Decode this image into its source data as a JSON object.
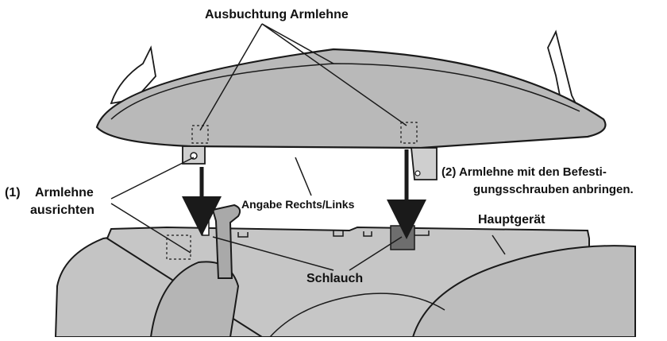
{
  "labels": {
    "armrest_bulge": "Ausbuchtung Armlehne",
    "step1_number": "(1)",
    "step1_line1": "Armlehne",
    "step1_line2": "ausrichten",
    "step2_line1": "(2)  Armlehne mit den Befesti-",
    "step2_line2": "gungsschrauben anbringen.",
    "right_left_marking": "Angabe Rechts/Links",
    "main_unit": "Hauptgerät",
    "hose": "Schlauch"
  },
  "colors": {
    "ink": "#1a1a1a",
    "armrest_fill": "#b9b9b9",
    "armrest_top": "#d2d2d2",
    "unit_fill": "#c4c4c4",
    "hose_connector": "#6e6e6e",
    "background": "#ffffff"
  }
}
